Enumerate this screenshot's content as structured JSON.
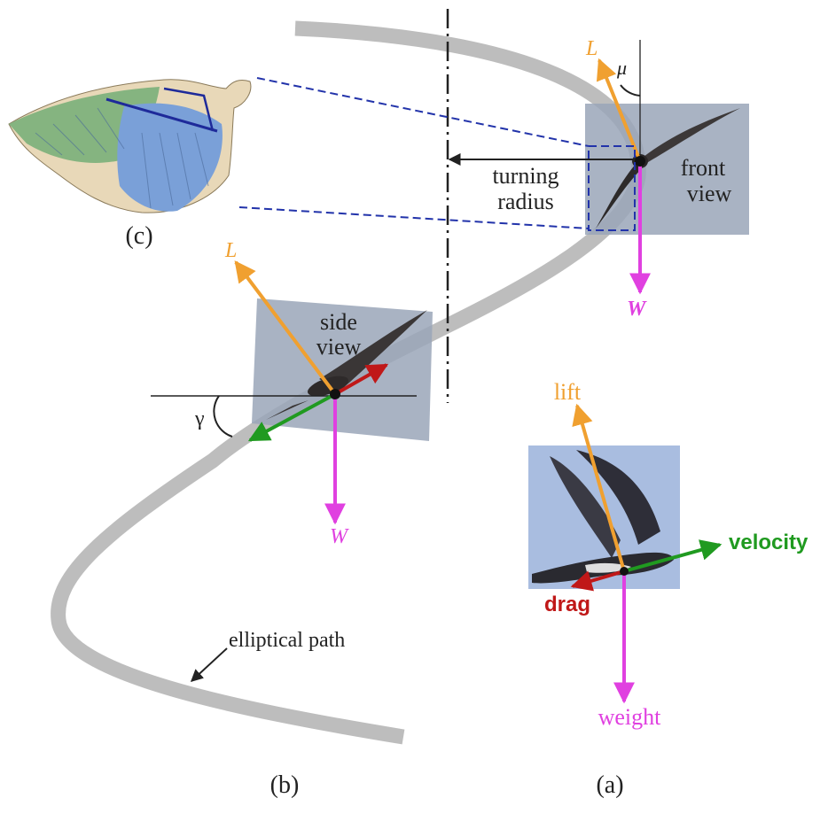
{
  "labels": {
    "front_view_line1": "front",
    "front_view_line2": "view",
    "side_view_line1": "side",
    "side_view_line2": "view",
    "turning_radius_line1": "turning",
    "turning_radius_line2": "radius",
    "lift_symbol_front": "L",
    "lift_symbol_side": "L",
    "weight_symbol_front": "W",
    "weight_symbol_side": "W",
    "bank_angle": "μ",
    "flight_path_angle": "γ",
    "lift": "lift",
    "drag": "drag",
    "velocity": "velocity",
    "weight": "weight",
    "elliptical_path": "elliptical path",
    "panel_a": "(a)",
    "panel_b": "(b)",
    "panel_c": "(c)"
  },
  "colors": {
    "lift": "#f0a030",
    "weight": "#e040e0",
    "velocity": "#209a20",
    "drag": "#c01818",
    "path": "#bdbdbd",
    "view_box": "#9aa6b8",
    "sky": "#a9bde0",
    "wing_outline": "#1e2a9a",
    "text": "#222222"
  },
  "icons": {
    "bird_front": "swift-front-silhouette",
    "bird_side": "swift-side-silhouette",
    "bird_photo": "swift-photo",
    "wing": "bird-wing-illustration"
  }
}
